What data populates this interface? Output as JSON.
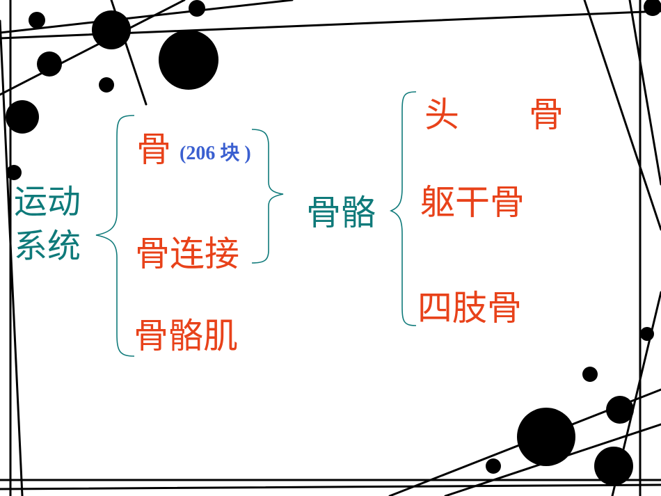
{
  "diagram": {
    "root": {
      "line1": "运动",
      "line2": "系统"
    },
    "level1": [
      {
        "text": "骨",
        "note": "(206 块 )"
      },
      {
        "text": "骨连接"
      },
      {
        "text": "骨骼肌"
      }
    ],
    "group_label": "骨骼",
    "level2": [
      {
        "text": "头　　骨"
      },
      {
        "text": "躯干骨"
      },
      {
        "text": "四肢骨"
      }
    ]
  },
  "colors": {
    "root_text": "#0f7a7a",
    "group_text": "#0f7a7a",
    "item_text": "#e8421a",
    "note_text": "#3a5fd0",
    "bracket": "#0f7a7a",
    "decoration": "#000000",
    "background": "#ffffff"
  }
}
